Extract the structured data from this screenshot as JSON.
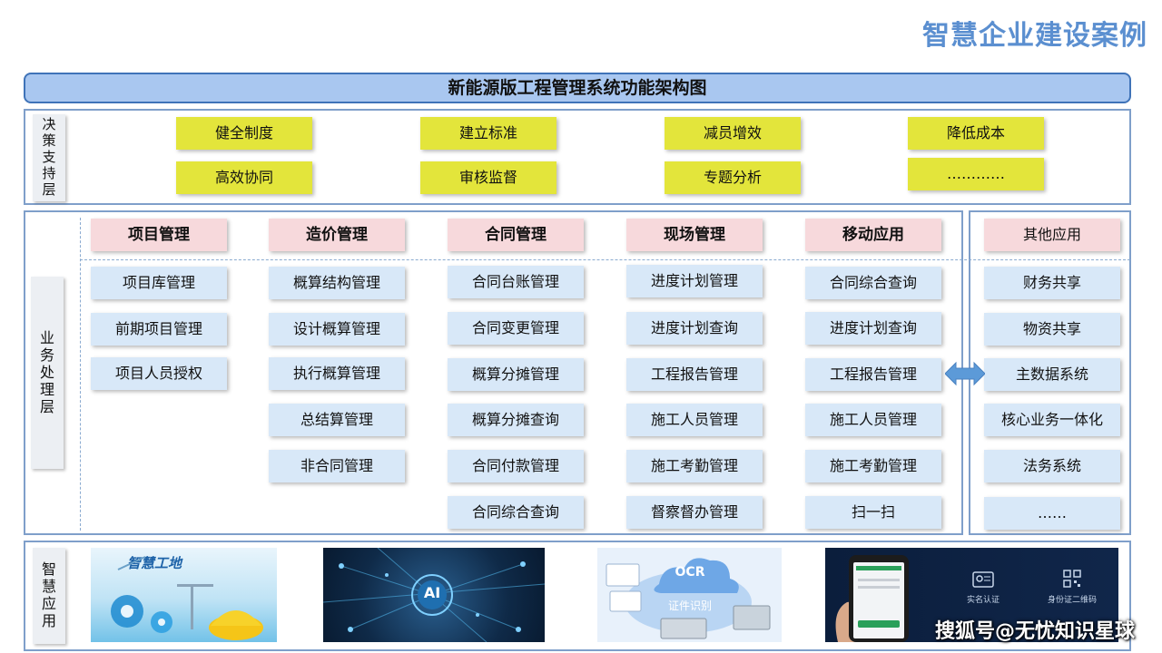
{
  "corner_title": "智慧企业建设案例",
  "banner_title": "新能源版工程管理系统功能架构图",
  "decision_layer": {
    "label": "决\n策\n支\n持\n层",
    "items": [
      "健全制度",
      "建立标准",
      "减员增效",
      "降低成本",
      "高效协同",
      "审核监督",
      "专题分析",
      "…………"
    ]
  },
  "business_layer": {
    "label": "业\n务\n处\n理\n层",
    "columns": [
      {
        "title": "项目管理",
        "items": [
          "项目库管理",
          "前期项目管理",
          "项目人员授权"
        ]
      },
      {
        "title": "造价管理",
        "items": [
          "概算结构管理",
          "设计概算管理",
          "执行概算管理",
          "总结算管理",
          "非合同管理"
        ]
      },
      {
        "title": "合同管理",
        "items": [
          "合同台账管理",
          "合同变更管理",
          "概算分摊管理",
          "概算分摊查询",
          "合同付款管理",
          "合同综合查询"
        ]
      },
      {
        "title": "现场管理",
        "items": [
          "进度计划管理",
          "进度计划查询",
          "工程报告管理",
          "施工人员管理",
          "施工考勤管理",
          "督察督办管理"
        ]
      },
      {
        "title": "移动应用",
        "items": [
          "合同综合查询",
          "进度计划查询",
          "工程报告管理",
          "施工人员管理",
          "施工考勤管理",
          "扫一扫"
        ]
      }
    ],
    "other": {
      "title": "其他应用",
      "items": [
        "财务共享",
        "物资共享",
        "主数据系统",
        "核心业务一体化",
        "法务系统",
        "……"
      ]
    }
  },
  "smart_layer": {
    "label": "智\n慧\n应\n用",
    "cards": {
      "site_title": "智慧工地",
      "ai_text": "AI",
      "ocr_text": "OCR",
      "ocr_caption": "证件识别",
      "phone_labels": [
        "实名认证",
        "身份证二维码"
      ]
    }
  },
  "watermark": "搜狐号@无忧知识星球",
  "colors": {
    "accent": "#5b8fd0",
    "banner": "#a9c7f0",
    "yellow": "#e3e53b",
    "blue_box": "#d8e8f8",
    "pink_box": "#f7d9dc"
  }
}
